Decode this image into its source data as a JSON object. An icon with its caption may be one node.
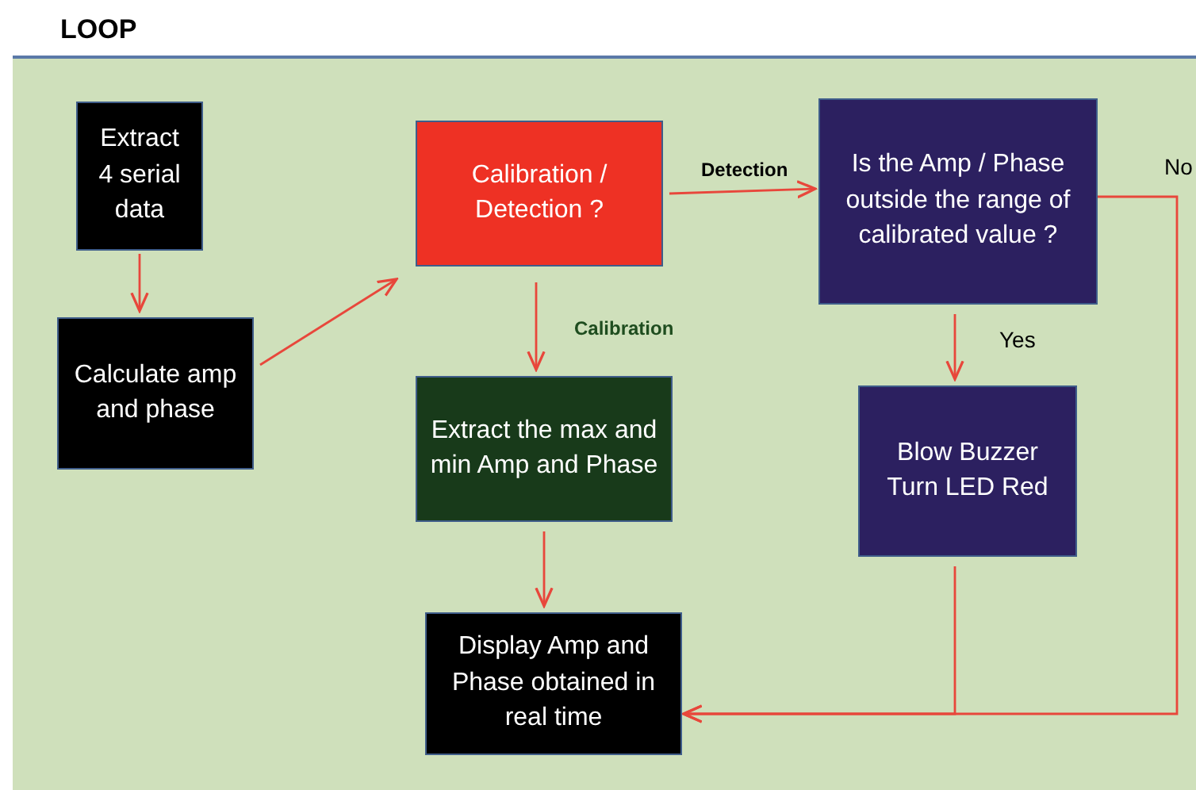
{
  "diagram": {
    "title": "LOOP",
    "nodes": [
      {
        "text": [
          "Extract 4 serial data"
        ]
      },
      {
        "text": [
          "Calculate amp and phase"
        ]
      },
      {
        "text": [
          "Calibration / Detection ?"
        ]
      },
      {
        "text": [
          "Extract the max and min Amp and Phase"
        ]
      },
      {
        "text": [
          "Is the Amp / Phase outside the range of calibrated value ?"
        ]
      },
      {
        "text": [
          "Blow Buzzer Turn LED Red"
        ]
      },
      {
        "text": [
          "Display Amp and Phase obtained in real time"
        ]
      }
    ],
    "edges": [
      {
        "from": 0,
        "to": 1,
        "arrow": "to"
      },
      {
        "from": 1,
        "to": 2,
        "arrow": "to"
      },
      {
        "from": 2,
        "to": 4,
        "arrow": "to",
        "label": "Detection"
      },
      {
        "from": 2,
        "to": 3,
        "arrow": "to",
        "label": "Calibration"
      },
      {
        "from": 4,
        "to": 5,
        "arrow": "to",
        "label": "Yes"
      },
      {
        "from": 3,
        "to": 6,
        "arrow": "to"
      },
      {
        "from": 5,
        "to": 6,
        "arrow": "to"
      },
      {
        "from": 4,
        "to": 6,
        "arrow": "to",
        "label": "No"
      }
    ]
  }
}
